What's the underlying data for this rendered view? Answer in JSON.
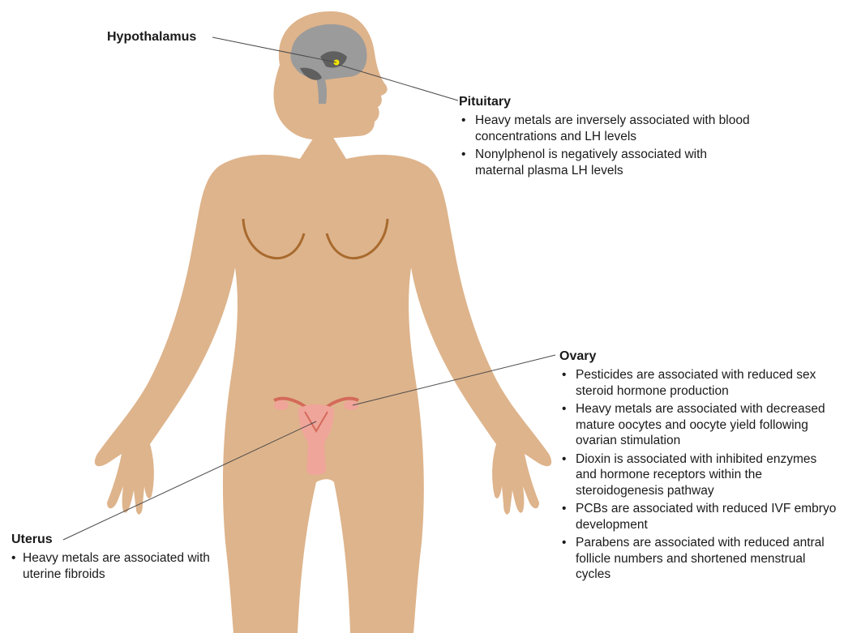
{
  "colors": {
    "skin": "#deb48c",
    "breast_line": "#a86a2e",
    "brain_grey": "#9b9b9b",
    "brain_dark": "#5f5f5f",
    "uterus_pink": "#f0a59a",
    "uterus_dark": "#d46a5a",
    "leader_line": "#4a4a4a",
    "hypothalamus_marker": "#f5e500"
  },
  "labels": {
    "hypothalamus": {
      "title": "Hypothalamus"
    },
    "pituitary": {
      "title": "Pituitary",
      "bullets": [
        "Heavy metals are inversely associated with blood concentrations and LH levels",
        "Nonylphenol is negatively associated with maternal plasma LH levels"
      ]
    },
    "ovary": {
      "title": "Ovary",
      "bullets": [
        "Pesticides are associated with reduced sex steroid hormone production",
        "Heavy metals are associated with decreased mature oocytes and oocyte yield following ovarian stimulation",
        "Dioxin is associated with inhibited enzymes and hormone receptors within the steroidogenesis pathway",
        "PCBs are associated with reduced IVF embryo development",
        "Parabens are associated with reduced antral follicle numbers and shortened menstrual cycles"
      ]
    },
    "uterus": {
      "title": "Uterus",
      "bullets": [
        "Heavy metals are associated with uterine fibroids"
      ]
    }
  }
}
